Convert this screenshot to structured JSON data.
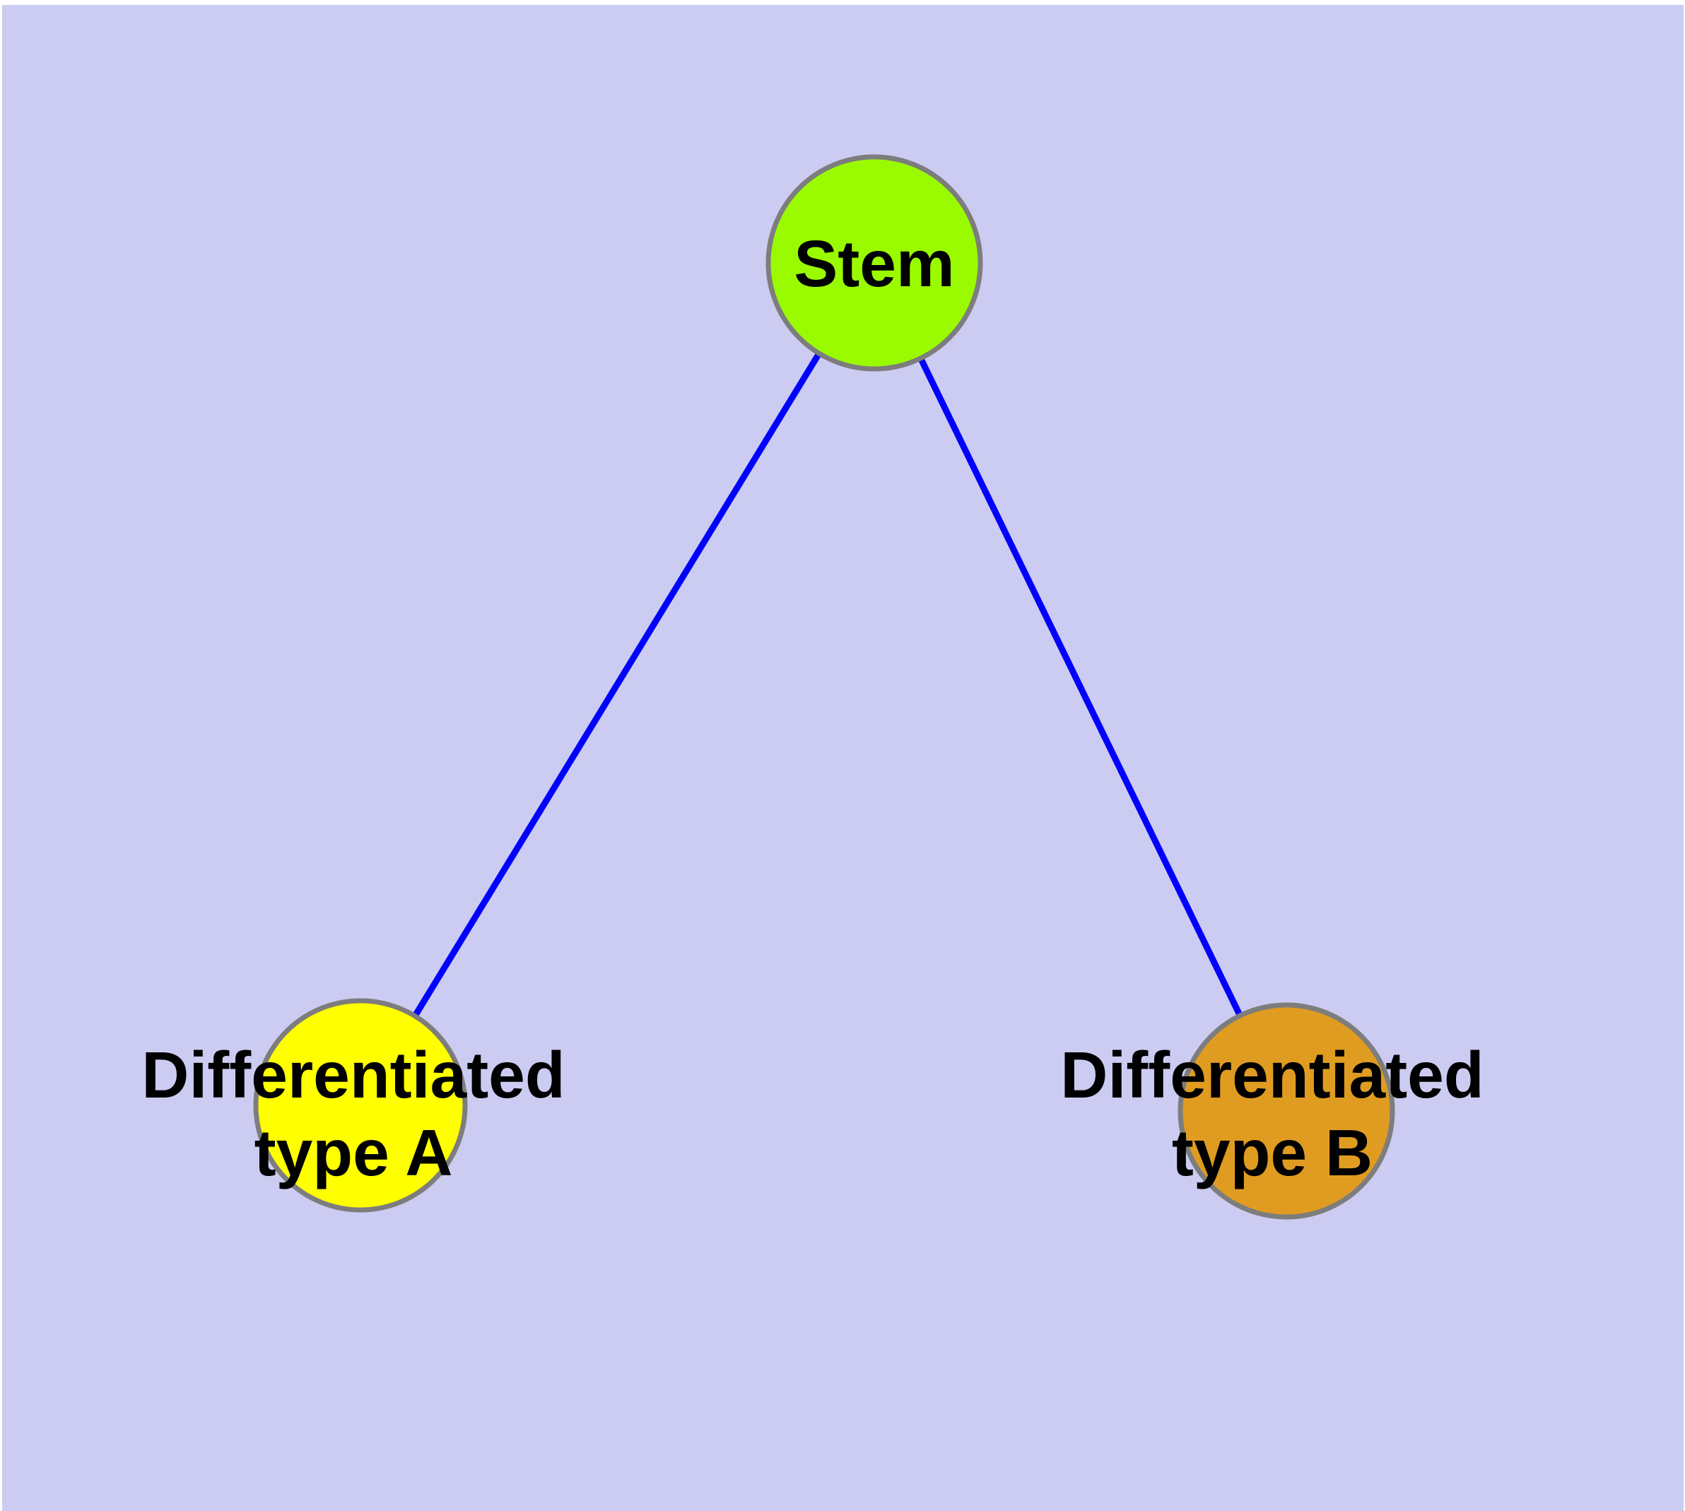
{
  "colors": {
    "page_background": "#FFFFFF",
    "panel_background": "#CCCCF2",
    "edge": "#0000FF",
    "node_border": "#7D7D7D",
    "label_text": "#000000",
    "stem_fill": "#9AFB00",
    "type_a_fill": "#FFFF00",
    "type_b_fill": "#E09C20"
  },
  "diagram": {
    "type": "node-link-graph",
    "nodes": [
      {
        "id": "stem",
        "label": "Stem",
        "lines": [
          "Stem",
          ""
        ],
        "fill": "#9AFB00"
      },
      {
        "id": "type-a",
        "label": "Differentiated type A",
        "lines": [
          "Differentiated",
          "type A"
        ],
        "fill": "#FFFF00"
      },
      {
        "id": "type-b",
        "label": "Differentiated type B",
        "lines": [
          "Differentiated",
          "type B"
        ],
        "fill": "#E09C20"
      }
    ],
    "edges": [
      {
        "from": "Stem",
        "to": "Differentiated type A"
      },
      {
        "from": "Stem",
        "to": "Differentiated type B"
      }
    ]
  }
}
